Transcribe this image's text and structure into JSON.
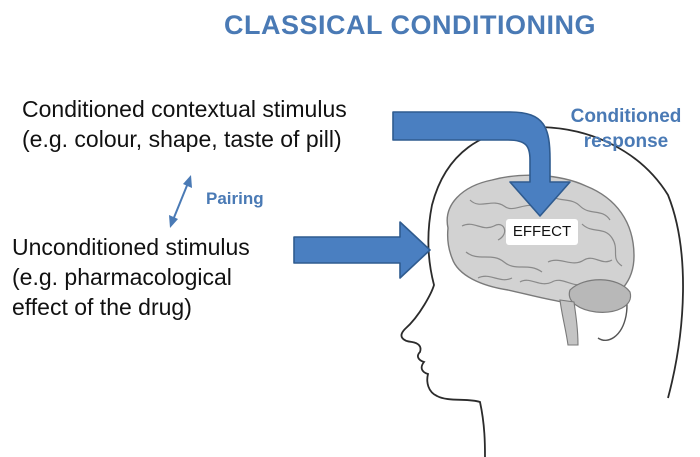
{
  "title": "CLASSICAL CONDITIONING",
  "conditioned_stimulus": {
    "line1": "Conditioned contextual stimulus",
    "line2": "(e.g. colour, shape, taste of pill)"
  },
  "pairing_label": "Pairing",
  "unconditioned_stimulus": {
    "line1": "Unconditioned stimulus",
    "line2": "(e.g. pharmacological",
    "line3": "effect of the drug)"
  },
  "conditioned_response": {
    "line1": "Conditioned",
    "line2": "response"
  },
  "effect_label": "EFFECT",
  "colors": {
    "accent_text": "#4a7ab5",
    "arrow_fill": "#4a7fc1",
    "arrow_stroke": "#2f5b8f",
    "brain": "#d2d2d2",
    "cerebellum": "#b8b8b8"
  }
}
